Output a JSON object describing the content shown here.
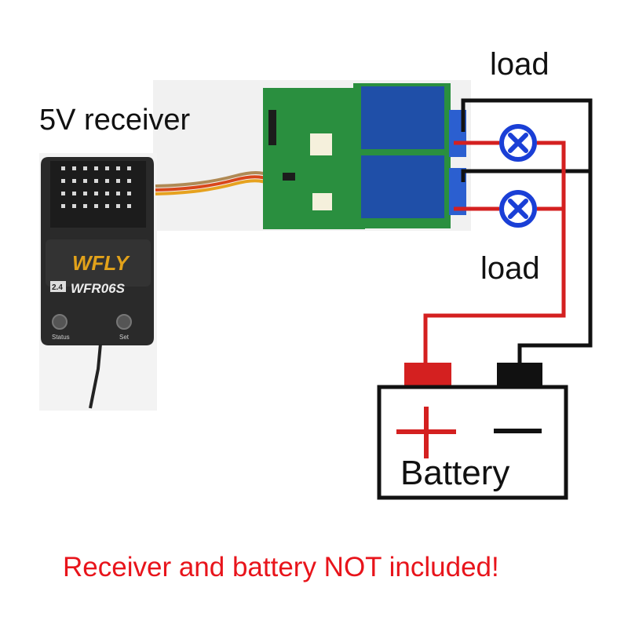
{
  "labels": {
    "receiver": "5V receiver",
    "load_top": "load",
    "load_bottom": "load",
    "battery": "Battery",
    "plus_sign": "+",
    "minus_sign": "−"
  },
  "receiver_device": {
    "brand": "WFLY",
    "model": "WFR06S",
    "badge": "2.4",
    "button_left": "Status",
    "button_right": "Set"
  },
  "notice": "Receiver and battery NOT included!",
  "colors": {
    "wire_positive": "#d42020",
    "wire_negative": "#111111",
    "lamp": "#1a3fd6",
    "notice": "#e8141b",
    "relay": "#1f4fa8",
    "pcb": "#1f8a3a",
    "receiver_case": "#2a2a2a"
  },
  "icons": {
    "lamp": "lamp-icon",
    "positive_terminal": "plus-icon",
    "negative_terminal": "minus-icon"
  }
}
